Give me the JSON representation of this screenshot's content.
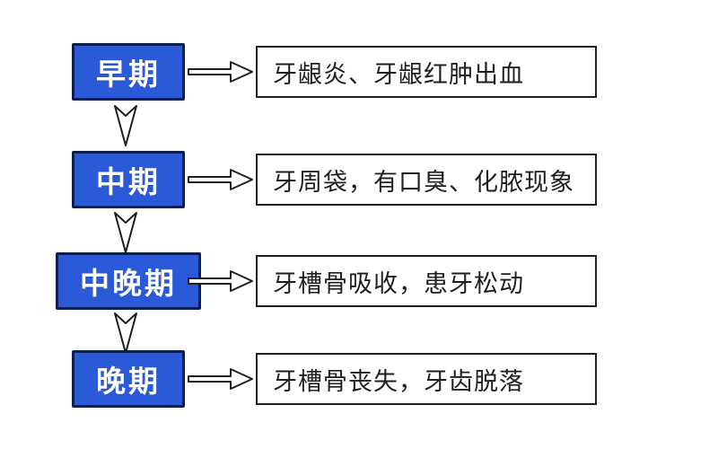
{
  "theme": {
    "accent": "#2B5AD8",
    "accent_border": "#0D1E52",
    "outline": "#1F1F1F",
    "page_bg": "#FFFFFF",
    "box_bg": "#FFFFFF",
    "label_text": "#FFFFFF",
    "desc_text": "#1F1F1F"
  },
  "icons": {
    "right_arrow": "right-arrow-icon",
    "down_arrow": "down-arrow-icon"
  },
  "diagram": {
    "type": "flowchart",
    "subject": "periodontal-disease-stages",
    "stages": [
      {
        "label": "早期",
        "description": "牙龈炎、牙龈红肿出血"
      },
      {
        "label": "中期",
        "description": "牙周袋，有口臭、化脓现象"
      },
      {
        "label": "中晚期",
        "description": "牙槽骨吸收，患牙松动"
      },
      {
        "label": "晚期",
        "description": "牙槽骨丧失，牙齿脱落"
      }
    ]
  }
}
